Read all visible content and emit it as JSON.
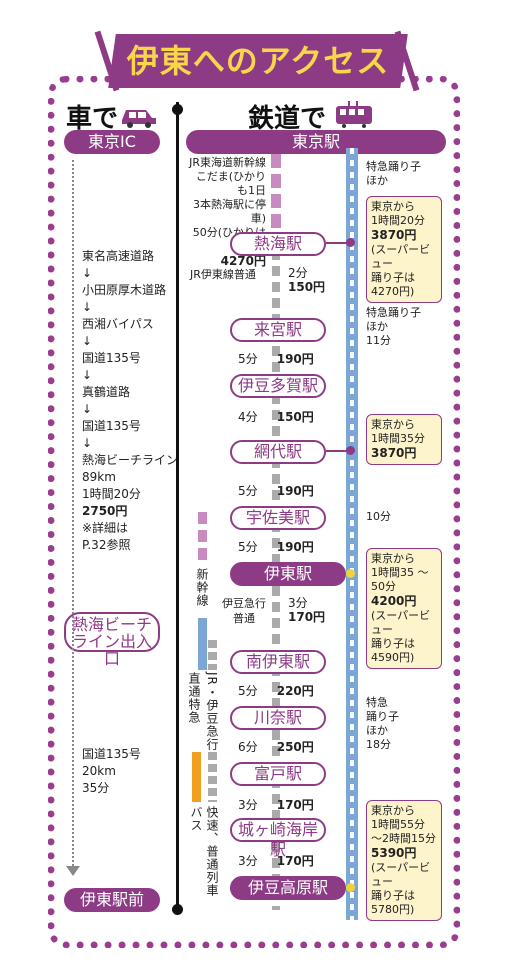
{
  "title": "伊東へのアクセス",
  "car": {
    "heading": "車で",
    "start": "東京IC",
    "route": [
      "東名高速道路",
      "↓",
      "小田原厚木道路",
      "↓",
      "西湘バイパス",
      "↓",
      "国道135号",
      "↓",
      "真鶴道路",
      "↓",
      "国道135号",
      "↓",
      "熱海ビーチライン"
    ],
    "dist": "89km",
    "time": "1時間20分",
    "price": "2750円",
    "note1": "※詳細は",
    "note2": "P.32参照",
    "exit_label1": "熱海ビーチ",
    "exit_label2": "ライン出入口",
    "route2": "国道135号",
    "dist2": "20km",
    "time2": "35分",
    "end": "伊東駅前"
  },
  "rail": {
    "heading": "鉄道で",
    "start": "東京駅",
    "shinkansen_desc": [
      "JR東海道新幹線",
      "こだま(ひかりも1日",
      "3本熱海駅に停車)",
      "50分(ひかりは40分)"
    ],
    "shinkansen_price": "4270円",
    "limited_top": [
      "特急踊り子",
      "ほか"
    ],
    "ito_line": "JR伊東線普通",
    "stations": [
      "熱海駅",
      "来宮駅",
      "伊豆多賀駅",
      "網代駅",
      "宇佐美駅",
      "伊東駅",
      "南伊東駅",
      "川奈駅",
      "富戸駅",
      "城ヶ崎海岸駅",
      "伊豆高原駅"
    ],
    "segments": [
      {
        "time": "2分",
        "price": "150円"
      },
      {
        "time": "5分",
        "price": "190円"
      },
      {
        "time": "4分",
        "price": "150円"
      },
      {
        "time": "5分",
        "price": "190円"
      },
      {
        "time": "5分",
        "price": "190円"
      },
      {
        "time": "3分",
        "price": "170円"
      },
      {
        "time": "5分",
        "price": "220円"
      },
      {
        "time": "6分",
        "price": "250円"
      },
      {
        "time": "3分",
        "price": "170円"
      },
      {
        "time": "3分",
        "price": "170円"
      }
    ],
    "izukyu_label1": "伊豆急行",
    "izukyu_label2": "普通",
    "mid_limited": [
      "特急踊り子",
      "ほか",
      "11分"
    ],
    "usami_time": "10分",
    "lower_limited": [
      "特急",
      "踊り子",
      "ほか",
      "18分"
    ],
    "boxes": [
      {
        "l1": "東京から",
        "l2": "1時間20分",
        "price": "3870円",
        "n1": "(スーパービュー",
        "n2": "踊り子は",
        "n3": "4270円)"
      },
      {
        "l1": "東京から",
        "l2": "1時間35分",
        "price": "3870円"
      },
      {
        "l1": "東京から",
        "l2": "1時間35 ～",
        "l3": "50分",
        "price": "4200円",
        "n1": "(スーパービュー",
        "n2": "踊り子は",
        "n3": "4590円)"
      },
      {
        "l1": "東京から",
        "l2": "1時間55分",
        "l3": "～2時間15分",
        "price": "5390円",
        "n1": "(スーパービュー",
        "n2": "踊り子は",
        "n3": "5780円)"
      }
    ],
    "legend": {
      "shinkansen": "新幹線",
      "through": "直通特急",
      "jr_izukyu": "JR・伊豆急行",
      "bus": "バス",
      "rapid": "快速、普通列車"
    }
  },
  "colors": {
    "accent": "#8e3b86",
    "gold": "#f0d33a",
    "blue": "#7aa7d6",
    "box": "#fdf4cc"
  }
}
